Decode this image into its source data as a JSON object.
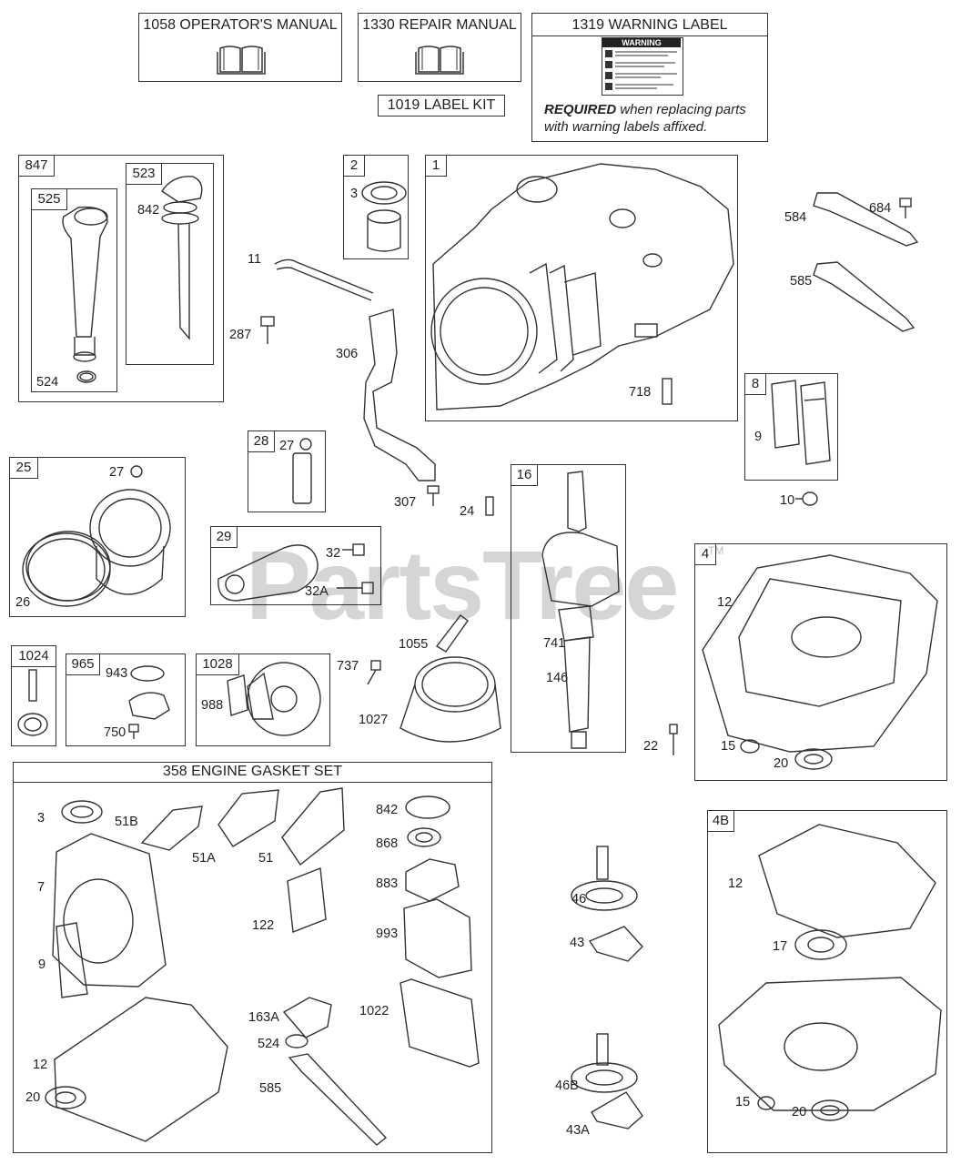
{
  "manuals": {
    "operators": "1058 OPERATOR'S MANUAL",
    "repair": "1330 REPAIR MANUAL",
    "warning": "1319 WARNING LABEL",
    "label_kit": "1019 LABEL KIT",
    "required_bold": "REQUIRED",
    "required_line1": " when replacing parts",
    "required_line2": "with warning labels affixed.",
    "warning_sticker_title": "WARNING"
  },
  "watermark": {
    "text": "PartsTree",
    "tm": "TM"
  },
  "gasket_set": {
    "title": "358 ENGINE GASKET SET"
  },
  "group_tags": {
    "g847": "847",
    "g525": "525",
    "g523": "523",
    "g2": "2",
    "g1": "1",
    "g8": "8",
    "g25": "25",
    "g28": "28",
    "g29": "29",
    "g16": "16",
    "g4": "4",
    "g1024": "1024",
    "g965": "965",
    "g1028": "1028",
    "g4b": "4B"
  },
  "callouts": {
    "c842a": "842",
    "c524a": "524",
    "c11": "11",
    "c287": "287",
    "c306": "306",
    "c3a": "3",
    "c718": "718",
    "c584": "584",
    "c684": "684",
    "c585a": "585",
    "c9a": "9",
    "c10": "10",
    "c27a": "27",
    "c26": "26",
    "c27b": "27",
    "c307": "307",
    "c24": "24",
    "c32": "32",
    "c32a": "32A",
    "c741": "741",
    "c146": "146",
    "c12a": "12",
    "c943": "943",
    "c750": "750",
    "c988": "988",
    "c737": "737",
    "c1055": "1055",
    "c1027": "1027",
    "c22": "22",
    "c15a": "15",
    "c20a": "20",
    "c3b": "3",
    "c51b": "51B",
    "c51a": "51A",
    "c51": "51",
    "c842b": "842",
    "c868": "868",
    "c883": "883",
    "c7": "7",
    "c122": "122",
    "c993": "993",
    "c9b": "9",
    "c163a": "163A",
    "c1022": "1022",
    "c12b": "12",
    "c524b": "524",
    "c20b": "20",
    "c585b": "585",
    "c46": "46",
    "c43": "43",
    "c46b": "46B",
    "c43a": "43A",
    "c12c": "12",
    "c17": "17",
    "c15b": "15",
    "c20c": "20"
  }
}
